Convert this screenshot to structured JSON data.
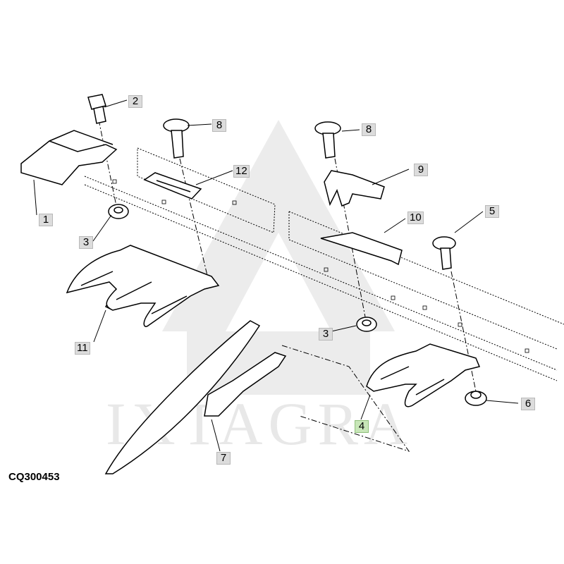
{
  "drawing_id": "CQ300453",
  "watermark": "IXTAGRA",
  "callouts": {
    "c1": "1",
    "c2": "2",
    "c3a": "3",
    "c3b": "3",
    "c4": "4",
    "c5": "5",
    "c6": "6",
    "c7": "7",
    "c8a": "8",
    "c8b": "8",
    "c9": "9",
    "c10": "10",
    "c11": "11",
    "c12": "12"
  },
  "highlighted_callout": "4",
  "colors": {
    "line": "#000000",
    "callout_bg": "#dcdcdc",
    "highlight_bg": "#c8e6b8",
    "watermark": "#e6e6e6"
  }
}
